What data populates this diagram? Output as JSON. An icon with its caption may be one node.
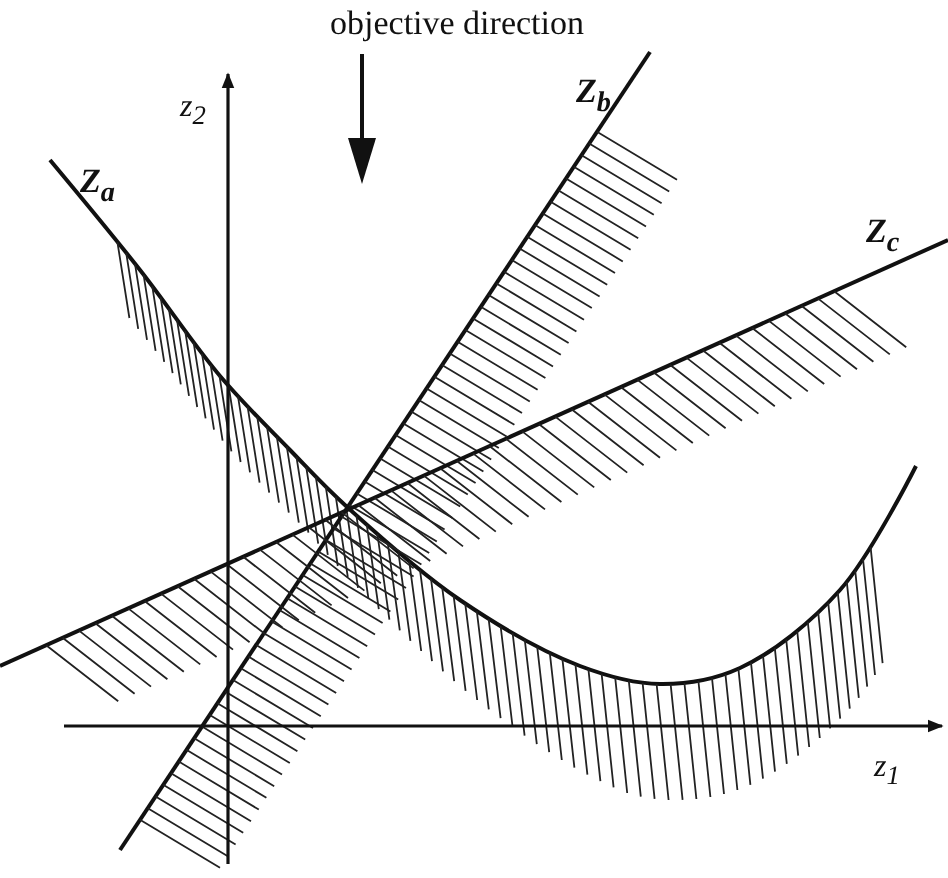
{
  "diagram": {
    "labels": [
      "objective direction",
      "z$_{2}$",
      "Z$_{a}$",
      "Z$_{b}$",
      "Z$_{c}$",
      "z$_{1}$"
    ]
  }
}
